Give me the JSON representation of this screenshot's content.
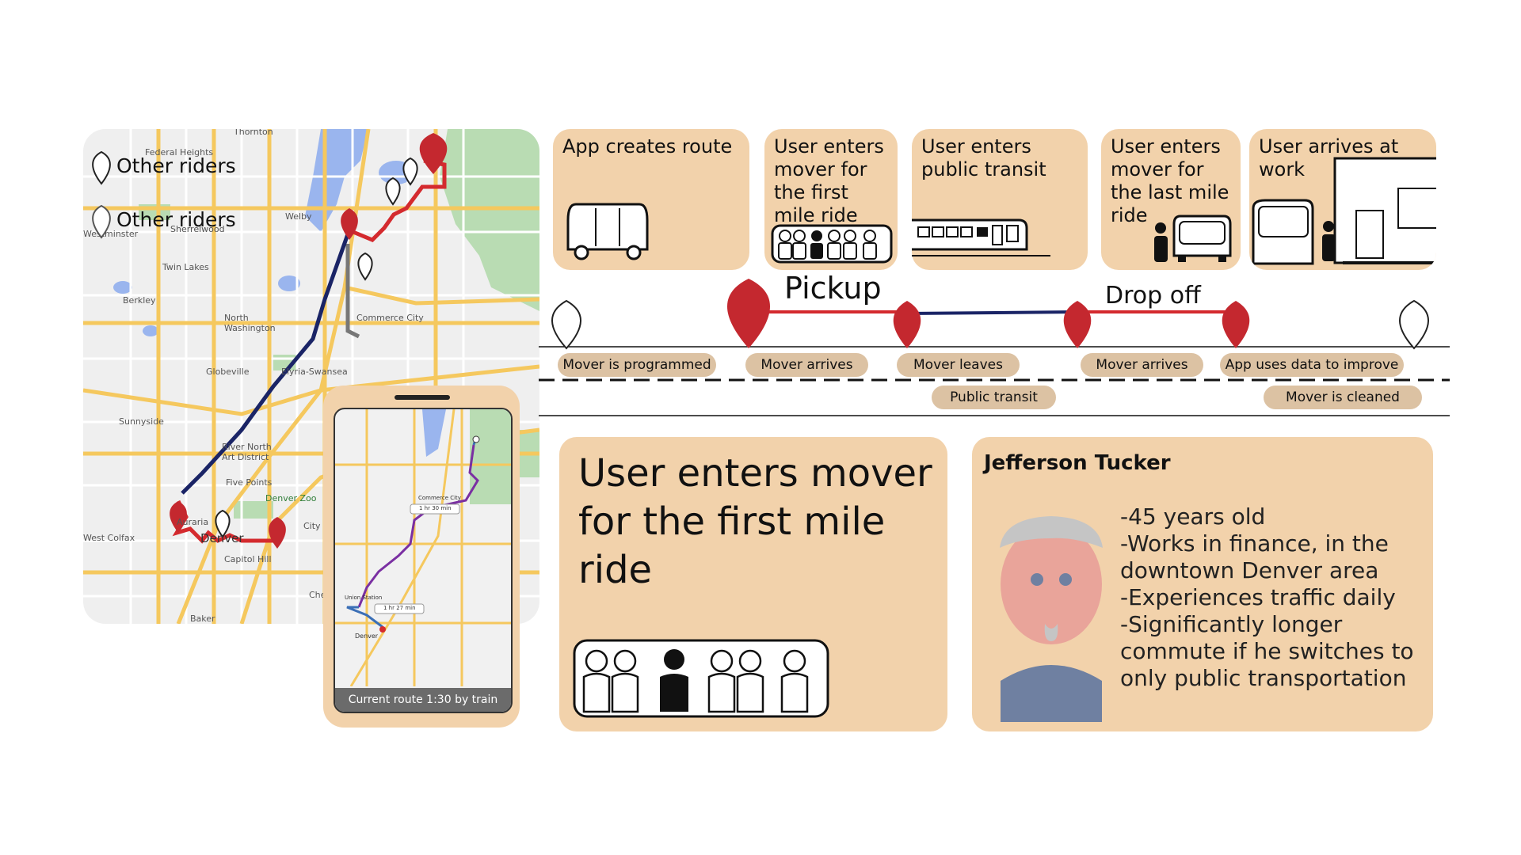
{
  "map": {
    "legend": [
      "Other riders",
      "Other riders"
    ],
    "place_labels": [
      "Thornton",
      "Federal Heights",
      "Westminster",
      "Sherrelwood",
      "Welby",
      "Twin Lakes",
      "Berkley",
      "North Washington",
      "Commerce City",
      "Globeville",
      "Sunnyside",
      "Elyria-Swansea",
      "River North Art District",
      "Five Points",
      "Auraria",
      "Denver",
      "Denver Zoo",
      "Capitol Hill",
      "Cherry Creek",
      "Baker",
      "West Colfax",
      "City Park"
    ],
    "city_label": "Denver",
    "colors": {
      "rail_route": "#1a2466",
      "mover_route": "#d42a2e",
      "transfer_route": "#777777",
      "road": "#f5c85e",
      "park": "#b9dcb3",
      "water": "#9ab5ee",
      "land": "#efefef"
    }
  },
  "phone": {
    "caption": "Current route 1:30 by train",
    "time_badge_1": "1 hr 30 min",
    "time_badge_2": "1 hr 27 min",
    "city": "Denver",
    "place_1": "Commerce City",
    "place_2": "Union Station"
  },
  "steps": [
    {
      "title": "App creates route",
      "icon": "bus-icon"
    },
    {
      "title": "User enters mover for the first mile ride",
      "icon": "seats-icon"
    },
    {
      "title": "User enters public transit",
      "icon": "train-icon"
    },
    {
      "title": "User enters mover for the last mile ride",
      "icon": "person-bus-icon"
    },
    {
      "title": "User arrives at work",
      "icon": "office-icon"
    }
  ],
  "timeline": {
    "pickup_label": "Pickup",
    "dropoff_label": "Drop off",
    "events_top": [
      "Mover is programmed",
      "Mover arrives",
      "Mover leaves",
      "Mover arrives",
      "App uses data to improve"
    ],
    "events_bottom": [
      "Public transit",
      "Mover is cleaned"
    ],
    "colors": {
      "pin": "#c4282f",
      "link": "#1a2466",
      "segment": "#d42a2e"
    }
  },
  "detail": {
    "title": "User enters mover for the first mile ride"
  },
  "persona": {
    "name": "Jefferson Tucker",
    "bio": [
      "-45 years old",
      "-Works in finance, in the",
      "downtown Denver area",
      "-Experiences traffic daily",
      "-Significantly longer",
      "commute if he switches to",
      "only public transportation"
    ]
  },
  "colors": {
    "card": "#f2d2ab",
    "pill": "#dcc2a3"
  }
}
